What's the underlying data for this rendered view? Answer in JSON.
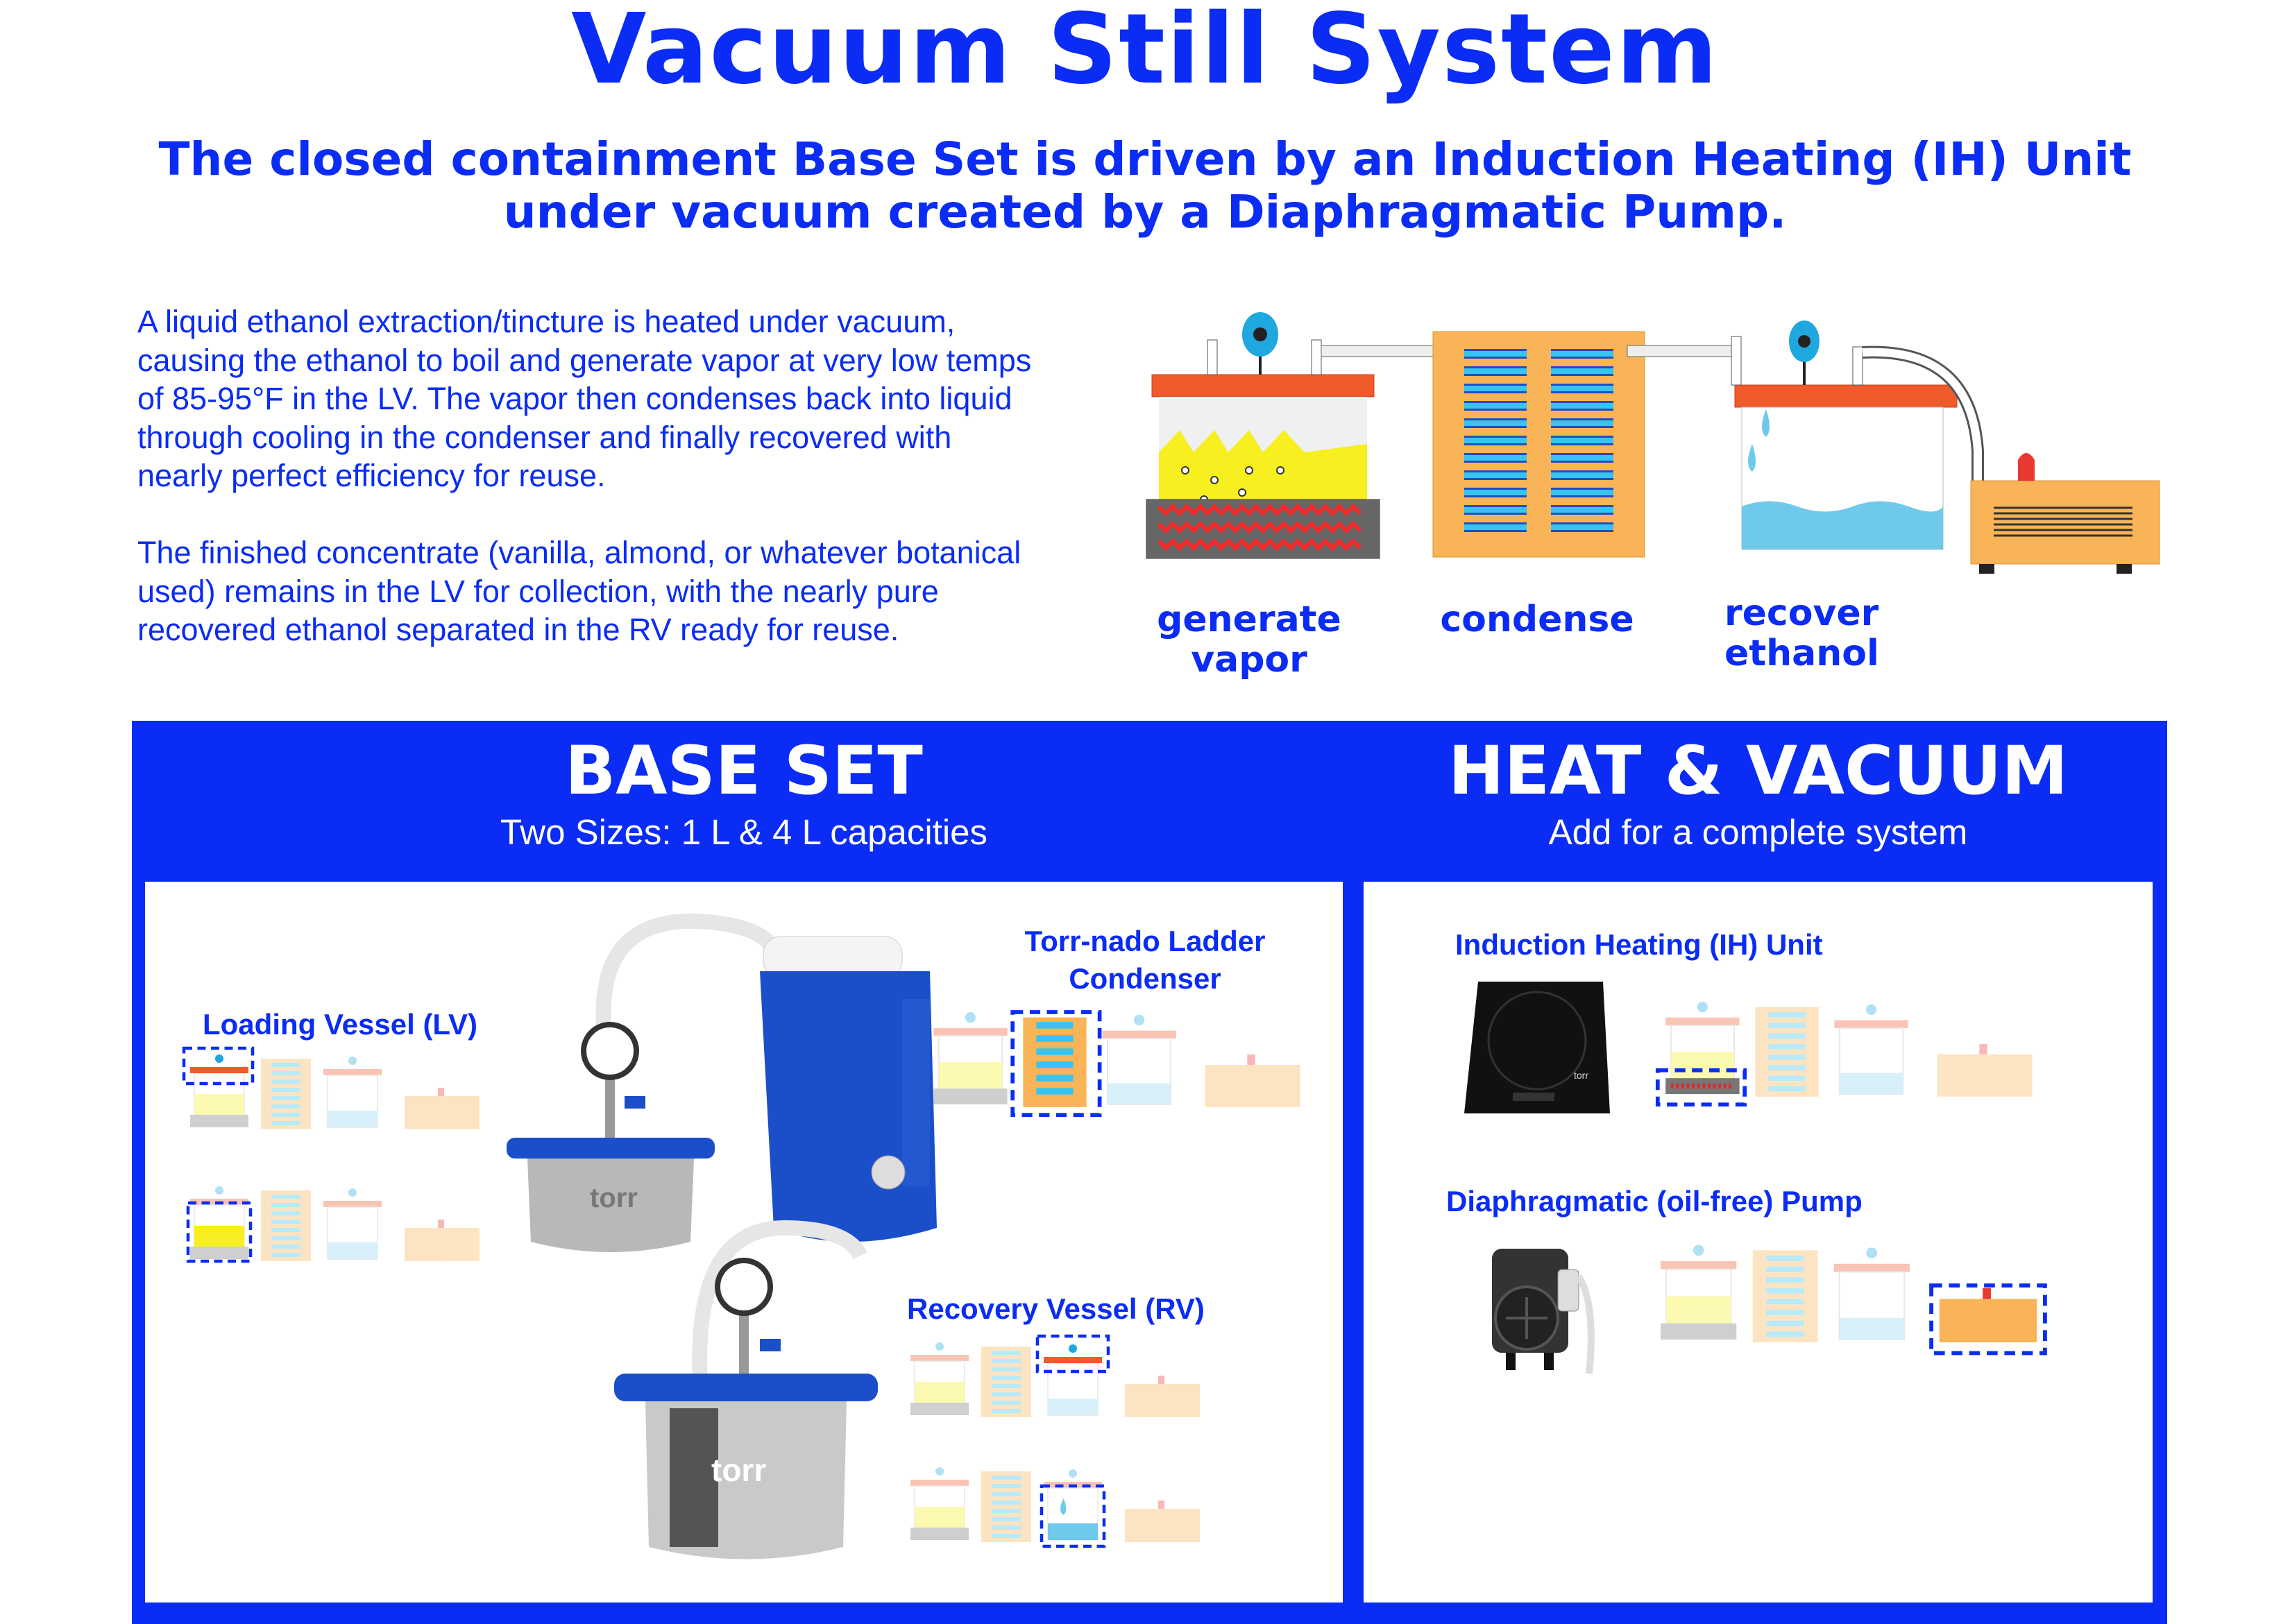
{
  "title": "Vacuum Still System",
  "subtitle": {
    "line1": "The closed containment Base Set is driven by an Induction Heating (IH) Unit",
    "line2": "under vacuum created by a Diaphragmatic Pump."
  },
  "description": {
    "paragraph1": "A liquid ethanol extraction/tincture is heated under vacuum, causing the ethanol to boil and generate vapor at very low temps of 85-95°F in the LV. The vapor then condenses back into liquid through cooling in the condenser and finally recovered with nearly perfect efficiency for reuse.",
    "paragraph2": "The finished concentrate (vanilla, almond, or whatever botanical used) remains in the LV for collection, with the nearly pure recovered ethanol separated in the RV ready for reuse."
  },
  "steps": [
    {
      "line1": "generate",
      "line2": "vapor"
    },
    {
      "line1": "condense",
      "line2": ""
    },
    {
      "line1": "recover",
      "line2": "ethanol"
    }
  ],
  "base_set": {
    "heading": "BASE SET",
    "subheading": "Two Sizes: 1 L & 4 L capacities",
    "loading_vessel_label": "Loading Vessel (LV)",
    "condenser_label_line1": "Torr-nado Ladder",
    "condenser_label_line2": "Condenser",
    "recovery_vessel_label": "Recovery Vessel (RV)",
    "brand": "torr"
  },
  "heat_vacuum": {
    "heading": "HEAT & VACUUM",
    "subheading": "Add for a complete system",
    "ih_label": "Induction Heating (IH) Unit",
    "pump_label": "Diaphragmatic (oil-free) Pump"
  },
  "colors": {
    "brand_blue": "#0a2cf5",
    "lid_orange": "#f15a2a",
    "condenser_orange": "#f9b457",
    "liquid_yellow": "#f7ef1f",
    "water_blue": "#6fc9ea"
  }
}
